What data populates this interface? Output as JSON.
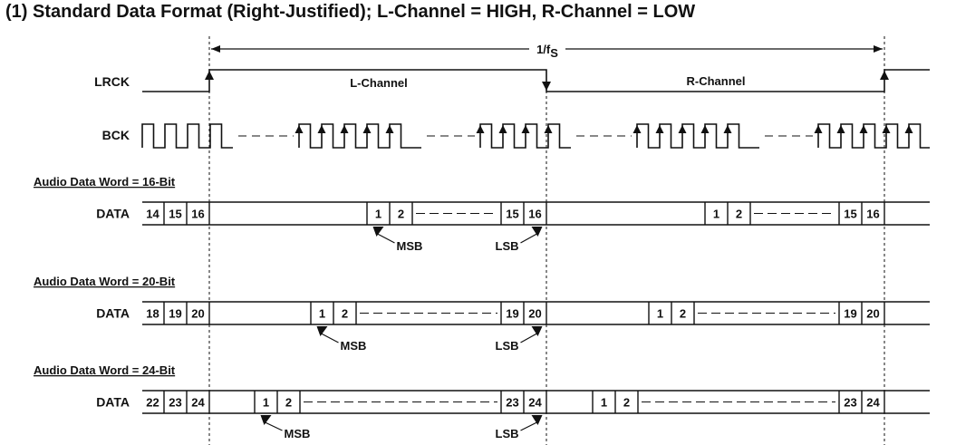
{
  "title": "(1) Standard Data Format (Right-Justified); L-Channel = HIGH, R-Channel = LOW",
  "period": {
    "prefix": "1/f",
    "subscript": "S"
  },
  "signals": {
    "lrck": "LRCK",
    "bck": "BCK",
    "data": "DATA"
  },
  "channels": {
    "left": "L-Channel",
    "right": "R-Channel"
  },
  "sections": [
    {
      "label": "Audio Data Word = 16-Bit",
      "prev": [
        "14",
        "15",
        "16"
      ],
      "first": [
        "1",
        "2"
      ],
      "last": [
        "15",
        "16"
      ],
      "msb": "MSB",
      "lsb": "LSB"
    },
    {
      "label": "Audio Data Word = 20-Bit",
      "prev": [
        "18",
        "19",
        "20"
      ],
      "first": [
        "1",
        "2"
      ],
      "last": [
        "19",
        "20"
      ],
      "msb": "MSB",
      "lsb": "LSB"
    },
    {
      "label": "Audio Data Word = 24-Bit",
      "prev": [
        "22",
        "23",
        "24"
      ],
      "first": [
        "1",
        "2"
      ],
      "last": [
        "23",
        "24"
      ],
      "msb": "MSB",
      "lsb": "LSB"
    }
  ]
}
